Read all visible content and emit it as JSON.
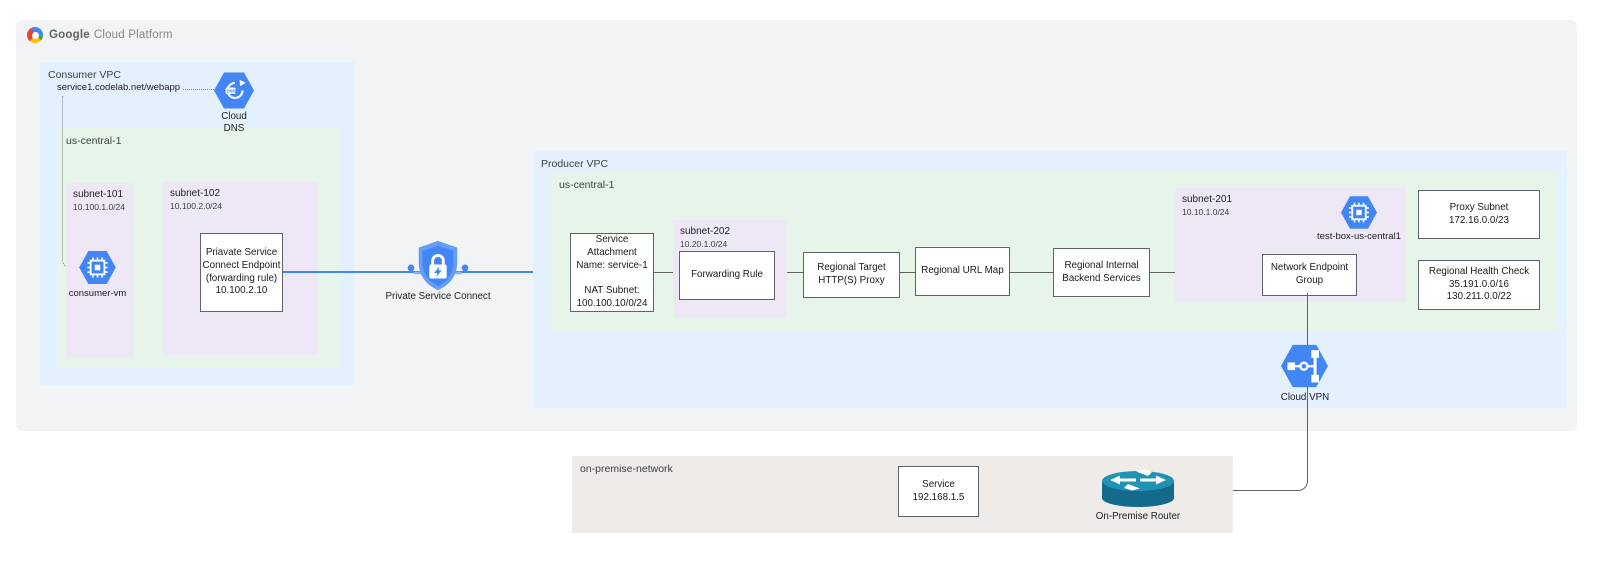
{
  "colors": {
    "accent_blue": "#4285f4",
    "icon_light_blue": "#669df6",
    "vpc_blue": "#e3f0fd",
    "region_green": "#e6f4ea",
    "subnet_purple": "#ede7f6",
    "onprem_beige": "#efebe9",
    "outer_gray": "#f1f3f4",
    "connector_gray": "#616161",
    "router_teal": "#17789c"
  },
  "logo": {
    "google": "Google",
    "rest": "Cloud Platform"
  },
  "consumer_vpc": {
    "label": "Consumer VPC",
    "dns_record": "service1.codelab.net/webapp",
    "cloud_dns": {
      "line1": "Cloud",
      "line2": "DNS"
    },
    "region": {
      "label": "us-central-1",
      "subnet101": {
        "name": "subnet-101",
        "cidr": "10.100.1.0/24",
        "vm_label": "consumer-vm"
      },
      "subnet102": {
        "name": "subnet-102",
        "cidr": "10.100.2.0/24",
        "endpoint": {
          "lines": [
            "Priavate Service",
            "Connect Endpoint",
            "(forwarding rule)",
            "10.100.2.10"
          ]
        }
      }
    }
  },
  "psc": {
    "label": "Private Service Connect"
  },
  "producer_vpc": {
    "label": "Producer VPC",
    "cloud_vpn_label": "Cloud VPN",
    "region": {
      "label": "us-central-1",
      "service_attachment": {
        "lines1": [
          "Service",
          "Attachment",
          "Name: service-1"
        ],
        "lines2": [
          "NAT Subnet:",
          "100.100.10/0/24"
        ]
      },
      "subnet202": {
        "name": "subnet-202",
        "cidr": "10.20.1.0/24",
        "forwarding_rule": "Forwarding Rule"
      },
      "target_proxy": {
        "lines": [
          "Regional Target",
          "HTTP(S) Proxy"
        ]
      },
      "url_map": "Regional URL Map",
      "backend_services": {
        "lines": [
          "Regional Internal",
          "Backend Services"
        ]
      },
      "subnet201": {
        "name": "subnet-201",
        "cidr": "10.10.1.0/24",
        "vm_label": "test-box-us-central1",
        "neg": {
          "lines": [
            "Network Endpoint",
            "Group"
          ]
        }
      },
      "proxy_subnet": {
        "lines": [
          "Proxy Subnet",
          "172.16.0.0/23"
        ]
      },
      "health_check": {
        "lines": [
          "Regional Health Check",
          "35.191.0.0/16",
          "130.211.0.0/22"
        ]
      }
    }
  },
  "on_premise": {
    "label": "on-premise-network",
    "service": {
      "lines": [
        "Service",
        "192.168.1.5"
      ]
    },
    "router_label": "On-Premise Router"
  }
}
